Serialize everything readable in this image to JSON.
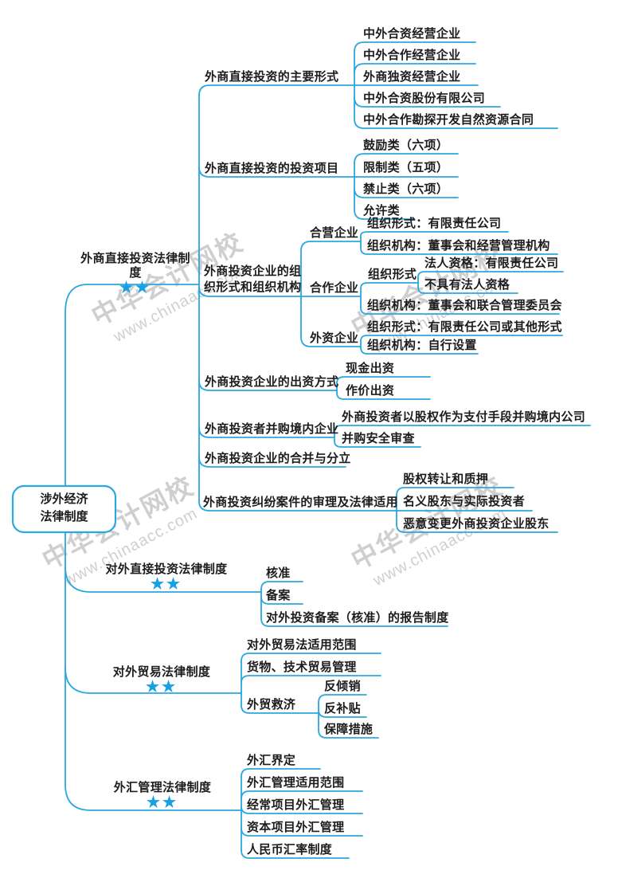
{
  "watermark": {
    "line1": "中华会计网校",
    "line2": "www.chinaacc.com"
  },
  "palette": {
    "line": "#2aa8e0",
    "star": "#18a0e4",
    "text": "#1c1c1c"
  },
  "root": {
    "label": "涉外经济法律制度",
    "line1": "涉外经济",
    "line2": "法律制度"
  },
  "branches": [
    {
      "label": "外商直接投资法律制度",
      "stars": "★★",
      "children": [
        {
          "label": "外商直接投资的主要形式",
          "children": [
            {
              "label": "中外合资经营企业"
            },
            {
              "label": "中外合作经营企业"
            },
            {
              "label": "外商独资经营企业"
            },
            {
              "label": "中外合资股份有限公司"
            },
            {
              "label": "中外合作勘探开发自然资源合同"
            }
          ]
        },
        {
          "label": "外商直接投资的投资项目",
          "children": [
            {
              "label": "鼓励类（六项）"
            },
            {
              "label": "限制类（五项）"
            },
            {
              "label": "禁止类（六项）"
            },
            {
              "label": "允许类"
            }
          ]
        },
        {
          "label": "外商投资企业的组织形式和组织机构",
          "line1": "外商投资企业的组",
          "line2": "织形式和组织机构",
          "children": [
            {
              "label": "合营企业",
              "children": [
                {
                  "label": "组织形式：有限责任公司"
                },
                {
                  "label": "组织机构：董事会和经营管理机构"
                }
              ]
            },
            {
              "label": "合作企业",
              "children": [
                {
                  "label": "组织形式",
                  "children": [
                    {
                      "label": "法人资格：有限责任公司"
                    },
                    {
                      "label": "不具有法人资格"
                    }
                  ]
                },
                {
                  "label": "组织机构：董事会和联合管理委员会"
                }
              ]
            },
            {
              "label": "外资企业",
              "children": [
                {
                  "label": "组织形式：有限责任公司或其他形式"
                },
                {
                  "label": "组织机构：自行设置"
                }
              ]
            }
          ]
        },
        {
          "label": "外商投资企业的出资方式",
          "children": [
            {
              "label": "现金出资"
            },
            {
              "label": "作价出资"
            }
          ]
        },
        {
          "label": "外商投资者并购境内企业",
          "children": [
            {
              "label": "外商投资者以股权作为支付手段并购境内公司"
            },
            {
              "label": "并购安全审查"
            }
          ]
        },
        {
          "label": "外商投资企业的合并与分立"
        },
        {
          "label": "外商投资纠纷案件的审理及法律适用",
          "children": [
            {
              "label": "股权转让和质押"
            },
            {
              "label": "名义股东与实际投资者"
            },
            {
              "label": "恶意变更外商投资企业股东"
            }
          ]
        }
      ]
    },
    {
      "label": "对外直接投资法律制度",
      "stars": "★★",
      "children": [
        {
          "label": "核准"
        },
        {
          "label": "备案"
        },
        {
          "label": "对外投资备案（核准）的报告制度"
        }
      ]
    },
    {
      "label": "对外贸易法律制度",
      "stars": "★★",
      "children": [
        {
          "label": "对外贸易法适用范围"
        },
        {
          "label": "货物、技术贸易管理"
        },
        {
          "label": "外贸救济",
          "children": [
            {
              "label": "反倾销"
            },
            {
              "label": "反补贴"
            },
            {
              "label": "保障措施"
            }
          ]
        }
      ]
    },
    {
      "label": "外汇管理法律制度",
      "stars": "★★",
      "children": [
        {
          "label": "外汇界定"
        },
        {
          "label": "外汇管理适用范围"
        },
        {
          "label": "经常项目外汇管理"
        },
        {
          "label": "资本项目外汇管理"
        },
        {
          "label": "人民币汇率制度"
        }
      ]
    }
  ]
}
